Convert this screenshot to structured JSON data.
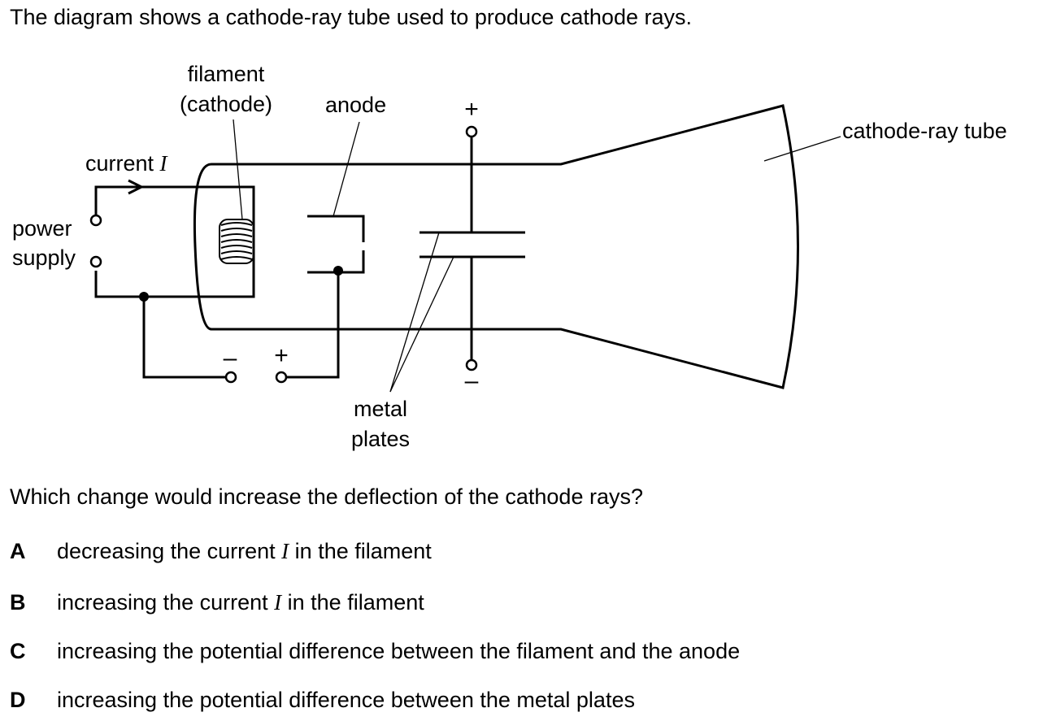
{
  "intro": "The diagram shows a cathode-ray tube used to produce cathode rays.",
  "diagram": {
    "filament_line1": "filament",
    "filament_line2": "(cathode)",
    "anode": "anode",
    "tube": "cathode-ray tube",
    "current_prefix": "current ",
    "current_symbol": "I",
    "power_line1": "power",
    "power_line2": "supply",
    "plates_line1": "metal",
    "plates_line2": "plates",
    "plus": "+",
    "minus": "–"
  },
  "question": "Which change would increase the deflection of the cathode rays?",
  "options": [
    {
      "letter": "A",
      "before": "decreasing the current ",
      "symbol": "I",
      "after": " in the filament"
    },
    {
      "letter": "B",
      "before": "increasing the current ",
      "symbol": "I",
      "after": " in the filament"
    },
    {
      "letter": "C",
      "before": "increasing the potential difference between the filament and the anode",
      "symbol": "",
      "after": ""
    },
    {
      "letter": "D",
      "before": "increasing the potential difference between the metal plates",
      "symbol": "",
      "after": ""
    }
  ]
}
